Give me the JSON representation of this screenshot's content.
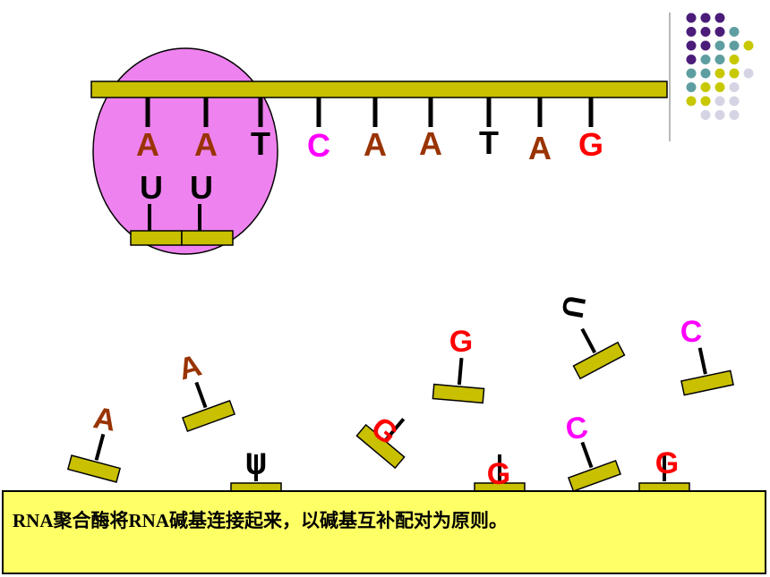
{
  "template_bases": [
    "A",
    "A",
    "T",
    "C",
    "A",
    "A",
    "T",
    "A",
    "G"
  ],
  "paired_rna_bases": [
    "U",
    "U"
  ],
  "free_nucleotides": [
    "G",
    "U",
    "C",
    "A",
    "G",
    "A",
    "C",
    "G",
    "U",
    "G"
  ],
  "caption": "RNA聚合酶将RNA碱基连接起来，以碱基互补配对为原则。",
  "colors": {
    "backbone": "#c8c000",
    "polymerase": "#ee82ee",
    "base_A": "#993300",
    "base_C": "#ff00ff",
    "base_G": "#ff0000",
    "base_T": "#000000",
    "base_U": "#000000",
    "caption_bg": "#ffff66"
  }
}
